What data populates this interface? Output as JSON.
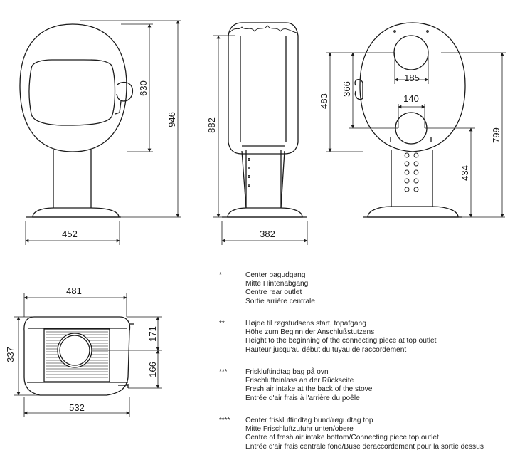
{
  "dimensions": {
    "front_width": "452",
    "front_height_body": "630",
    "front_height_total": "946",
    "side_height": "882",
    "side_depth": "382",
    "rear_outlet_top_width": "185",
    "rear_outlet_bottom_width": "140",
    "rear_height_366": "366",
    "rear_height_483": "483",
    "rear_height_434": "434",
    "rear_height_799": "799",
    "top_width_481": "481",
    "top_width_532": "532",
    "top_depth_337": "337",
    "top_depth_171": "171",
    "top_depth_166": "166"
  },
  "notes": [
    {
      "mark": "*",
      "lines": [
        "Center bagudgang",
        "Mitte Hintenabgang",
        "Centre rear outlet",
        "Sortie arrière centrale"
      ]
    },
    {
      "mark": "**",
      "lines": [
        "Højde til røgstudsens start, topafgang",
        "Höhe zum Beginn der Anschlußstutzens",
        "Height to the beginning of the connecting piece at top outlet",
        "Hauteur jusqu'au début du tuyau de raccordement"
      ]
    },
    {
      "mark": "***",
      "lines": [
        "Friskluftindtag bag på ovn",
        "Frischlufteinlass an der Rückseite",
        "Fresh air intake at the back of the stove",
        "Entrée d'air frais à l'arrière du poêle"
      ]
    },
    {
      "mark": "****",
      "lines": [
        "Center friskluftindtag bund/røgudtag top",
        "Mitte Frischluftzufuhr unten/obere",
        "Centre of fresh air intake bottom/Connecting piece top outlet",
        "Entrée d'air frais centrale fond/Buse deraccordement pour la sortie dessus"
      ]
    }
  ]
}
